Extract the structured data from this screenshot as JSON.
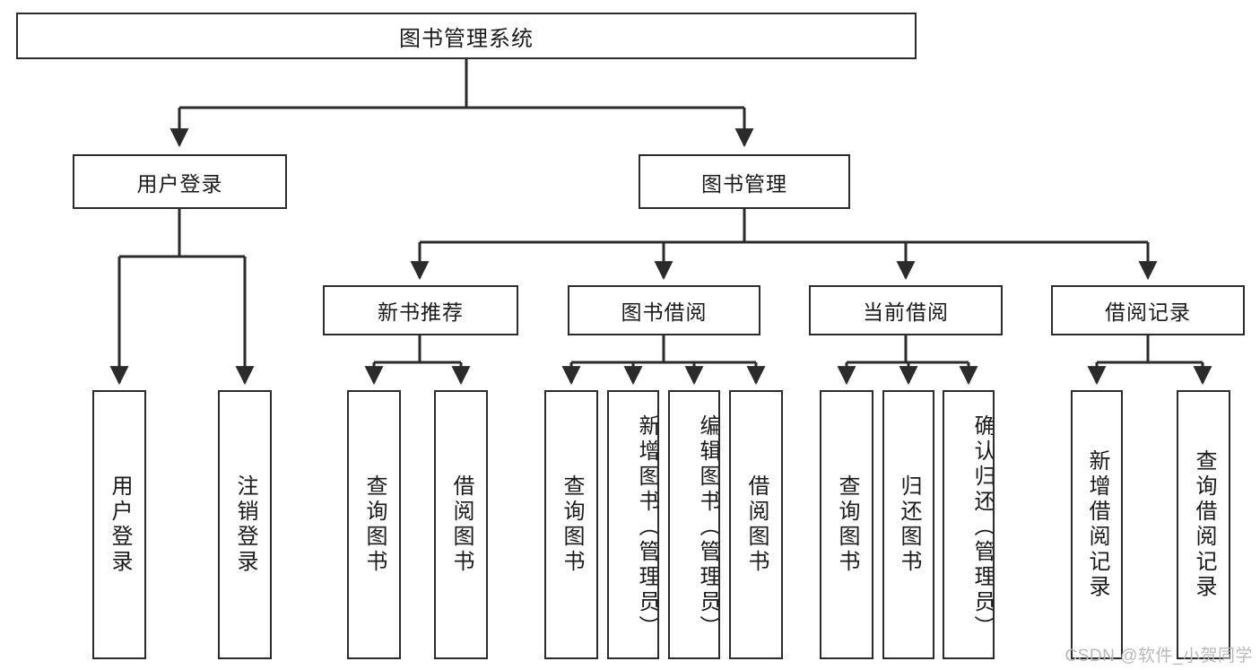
{
  "diagram": {
    "title": "图书管理系统",
    "type": "tree-hierarchy",
    "orientation": "top-down",
    "root": {
      "label": "图书管理系统"
    },
    "level2": [
      {
        "label": "用户登录"
      },
      {
        "label": "图书管理"
      }
    ],
    "level3": [
      {
        "label": "新书推荐"
      },
      {
        "label": "图书借阅"
      },
      {
        "label": "当前借阅"
      },
      {
        "label": "借阅记录"
      }
    ],
    "leaves": {
      "user_login": [
        {
          "label": "用户登录"
        },
        {
          "label": "注销登录"
        }
      ],
      "new_book_recommend": [
        {
          "label": "查询图书"
        },
        {
          "label": "借阅图书"
        }
      ],
      "book_borrow": [
        {
          "label": "查询图书"
        },
        {
          "label": "新增图书（管理员）"
        },
        {
          "label": "编辑图书（管理员）"
        },
        {
          "label": "借阅图书"
        }
      ],
      "current_borrow": [
        {
          "label": "查询图书"
        },
        {
          "label": "归还图书"
        },
        {
          "label": "确认归还（管理员）"
        }
      ],
      "borrow_record": [
        {
          "label": "新增借阅记录"
        },
        {
          "label": "查询借阅记录"
        }
      ]
    }
  },
  "watermark": {
    "text": "CSDN @软件_小贺同学"
  },
  "colors": {
    "stroke": "#2b2b2b",
    "fill": "#ffffff",
    "text": "#1a1a1a",
    "watermark": "#b9b9b9"
  }
}
